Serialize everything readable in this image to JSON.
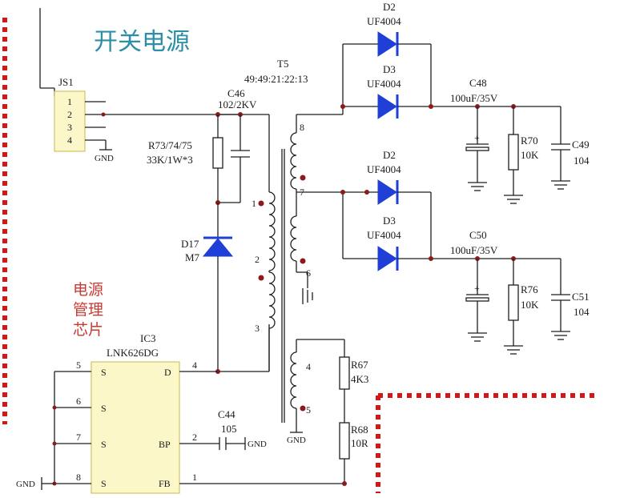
{
  "title": "开关电源",
  "annotation": [
    "电源",
    "管理",
    "芯片"
  ],
  "connector": {
    "name": "JS1",
    "pins": [
      "1",
      "2",
      "3",
      "4"
    ],
    "gnd": "GND"
  },
  "transformer": {
    "name": "T5",
    "ratio": "49:49:21:22:13",
    "pins": [
      "1",
      "2",
      "3",
      "4",
      "5",
      "6",
      "7",
      "8"
    ]
  },
  "c46": {
    "name": "C46",
    "value": "102/2KV"
  },
  "r73": {
    "name": "R73/74/75",
    "value": "33K/1W*3"
  },
  "d17": {
    "name": "D17",
    "value": "M7"
  },
  "ic3": {
    "name": "IC3",
    "part": "LNK626DG",
    "pins": {
      "s1": "S",
      "s2": "S",
      "s3": "S",
      "s4": "S",
      "d": "D",
      "bp": "BP",
      "fb": "FB"
    },
    "pin_numbers": {
      "s1": "5",
      "s2": "6",
      "s3": "7",
      "s4": "8",
      "d": "4",
      "bp": "2",
      "fb": "1"
    }
  },
  "c44": {
    "name": "C44",
    "value": "105",
    "gnd": "GND"
  },
  "gnd_left": "GND",
  "diodes": [
    {
      "name": "D2",
      "part": "UF4004"
    },
    {
      "name": "D3",
      "part": "UF4004"
    },
    {
      "name": "D2",
      "part": "UF4004"
    },
    {
      "name": "D3",
      "part": "UF4004"
    }
  ],
  "c48": {
    "name": "C48",
    "value": "100uF/35V"
  },
  "r70": {
    "name": "R70",
    "value": "10K"
  },
  "c49": {
    "name": "C49",
    "value": "104"
  },
  "c50": {
    "name": "C50",
    "value": "100uF/35V"
  },
  "r76": {
    "name": "R76",
    "value": "10K"
  },
  "c51": {
    "name": "C51",
    "value": "104"
  },
  "r67": {
    "name": "R67",
    "value": "4K3"
  },
  "r68": {
    "name": "R68",
    "value": "10R"
  },
  "gnd_bottom": "GND",
  "colors": {
    "title": "#2c8fa8",
    "annotation": "#c83a32",
    "diode": "#1f3fd6",
    "border_dash": "#d01818",
    "junction": "#8b1a1a"
  }
}
